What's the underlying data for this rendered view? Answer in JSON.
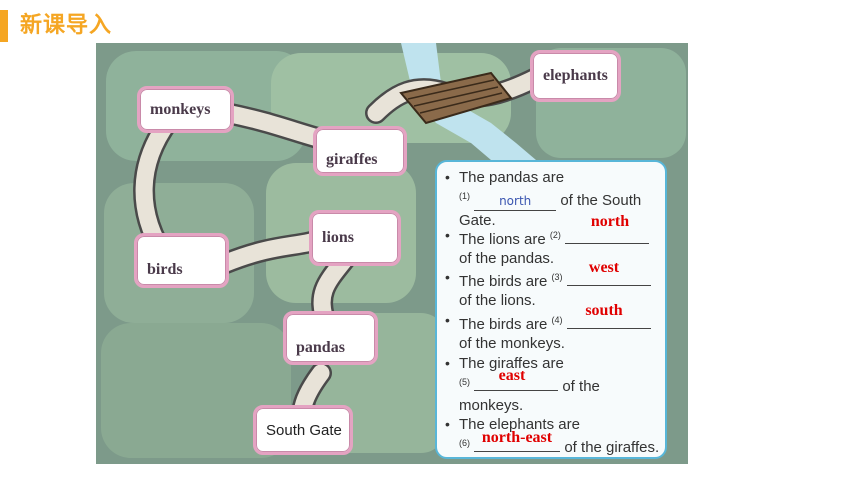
{
  "header": {
    "title": "新课导入",
    "accent_color": "#f5a623"
  },
  "map": {
    "places": {
      "monkeys": "monkeys",
      "giraffes": "giraffes",
      "elephants": "elephants",
      "lions": "lions",
      "birds": "birds",
      "pandas": "pandas",
      "south_gate": "South Gate"
    }
  },
  "questions": [
    {
      "pre": "The pandas are",
      "num": "(1)",
      "filled": "north",
      "post": "of the South Gate."
    },
    {
      "pre": "The lions are",
      "num": "(2)",
      "post": "of the pandas."
    },
    {
      "pre": "The birds are",
      "num": "(3)",
      "post": "of the lions."
    },
    {
      "pre": "The birds are",
      "num": "(4)",
      "post": "of the monkeys."
    },
    {
      "pre": "The giraffes are",
      "num": "(5)",
      "post": "of the monkeys."
    },
    {
      "pre": "The elephants are",
      "num": "(6)",
      "post": "of the giraffes."
    }
  ],
  "answers": [
    "north",
    "west",
    "south",
    "east",
    "north-east"
  ],
  "colors": {
    "answer": "#e00000",
    "card_border": "#58b6d8",
    "node_border": "#e4a3c2"
  }
}
